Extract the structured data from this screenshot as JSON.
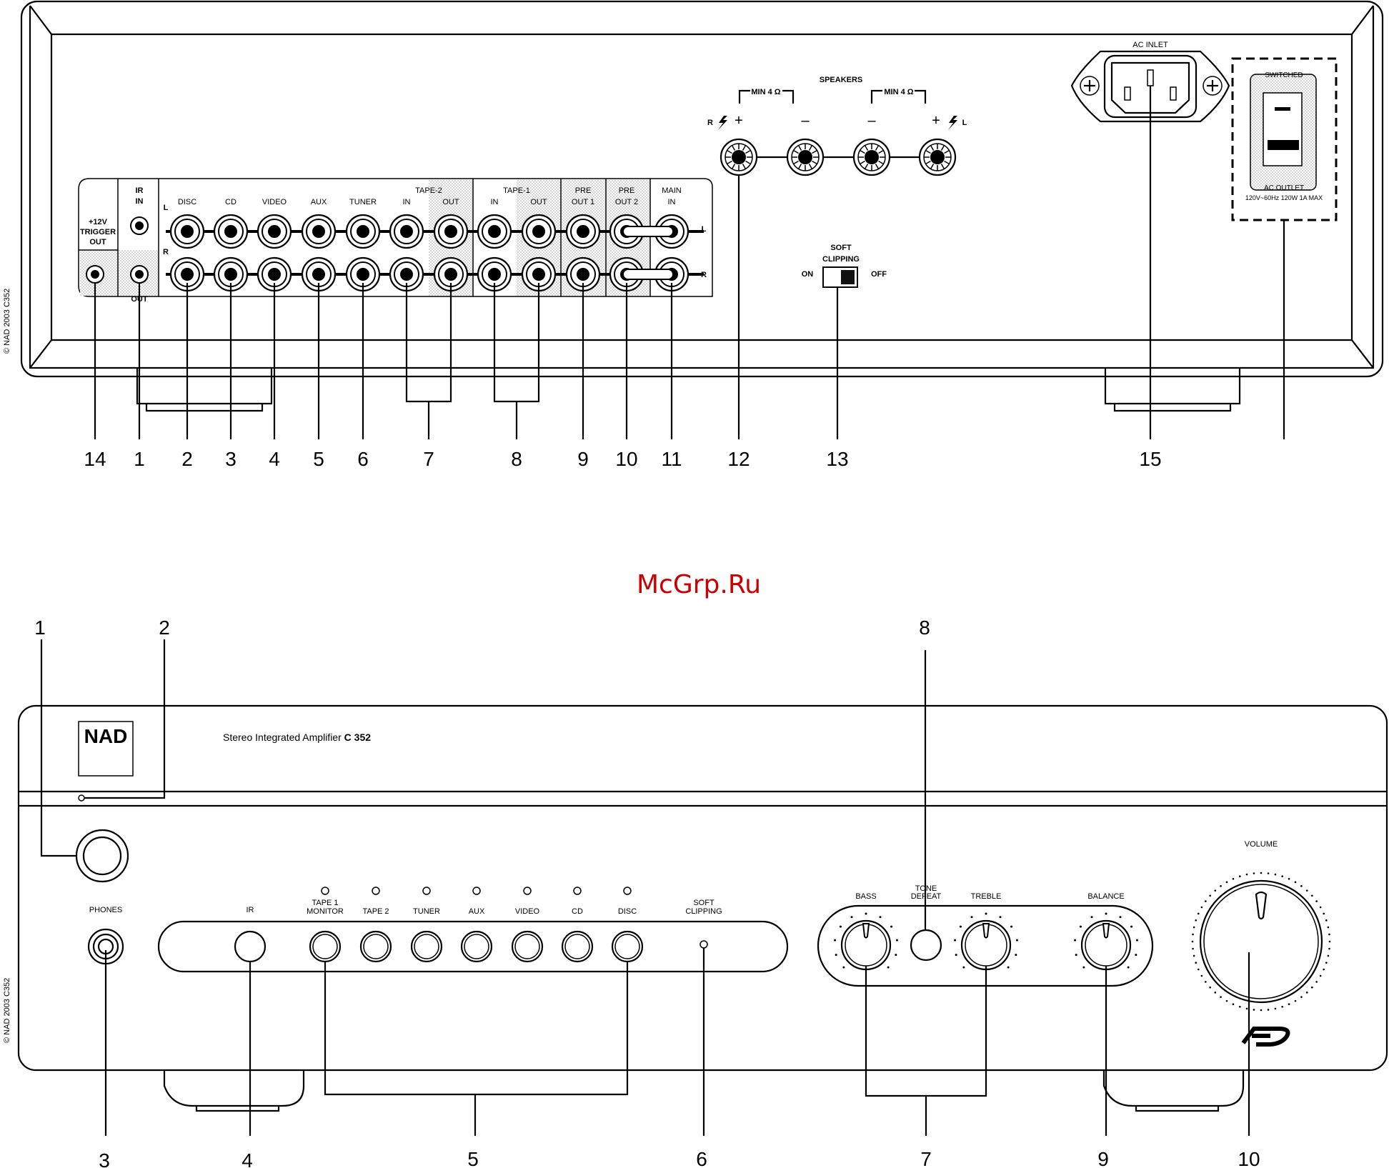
{
  "watermark": "McGrp.Ru",
  "copyright": "© NAD 2003 C352",
  "rear": {
    "trigger_label": [
      "+12V",
      "TRIGGER",
      "OUT"
    ],
    "ir_in": [
      "IR",
      "IN"
    ],
    "ir_out": "OUT",
    "channel_L": "L",
    "channel_R": "R",
    "inputs": [
      "DISC",
      "CD",
      "VIDEO",
      "AUX",
      "TUNER"
    ],
    "tape2": "TAPE-2",
    "tape1": "TAPE-1",
    "in": "IN",
    "out": "OUT",
    "pre_out_1": [
      "PRE",
      "OUT  1"
    ],
    "pre_out_2": [
      "PRE",
      "OUT  2"
    ],
    "main_in": [
      "MAIN",
      "IN"
    ],
    "speakers": "SPEAKERS",
    "min_ohm": "MIN  4 Ω",
    "spk_r": "R",
    "spk_l": "L",
    "plus": "+",
    "minus": "–",
    "soft_clipping": [
      "SOFT",
      "CLIPPING"
    ],
    "on": "ON",
    "off": "OFF",
    "ac_inlet": "AC INLET",
    "switched": "SWITCHED",
    "ac_outlet": "AC OUTLET",
    "ac_outlet_spec": "120V~60Hz  120W 1A MAX",
    "callouts": [
      "14",
      "1",
      "2",
      "3",
      "4",
      "5",
      "6",
      "7",
      "8",
      "9",
      "10",
      "11",
      "12",
      "13",
      "15"
    ]
  },
  "front": {
    "brand": "NAD",
    "model_text": "Stereo Integrated Amplifier ",
    "model_bold": "C 352",
    "phones": "PHONES",
    "ir": "IR",
    "tape1_monitor": [
      "TAPE  1",
      "MONITOR"
    ],
    "buttons": [
      "TAPE  2",
      "TUNER",
      "AUX",
      "VIDEO",
      "CD",
      "DISC"
    ],
    "soft_clipping": [
      "SOFT",
      "CLIPPING"
    ],
    "bass": "BASS",
    "tone_defeat": [
      "TONE",
      "DEFEAT"
    ],
    "treble": "TREBLE",
    "balance": "BALANCE",
    "volume": "VOLUME",
    "callouts": [
      "1",
      "2",
      "8",
      "3",
      "4",
      "5",
      "6",
      "7",
      "9",
      "10"
    ]
  }
}
